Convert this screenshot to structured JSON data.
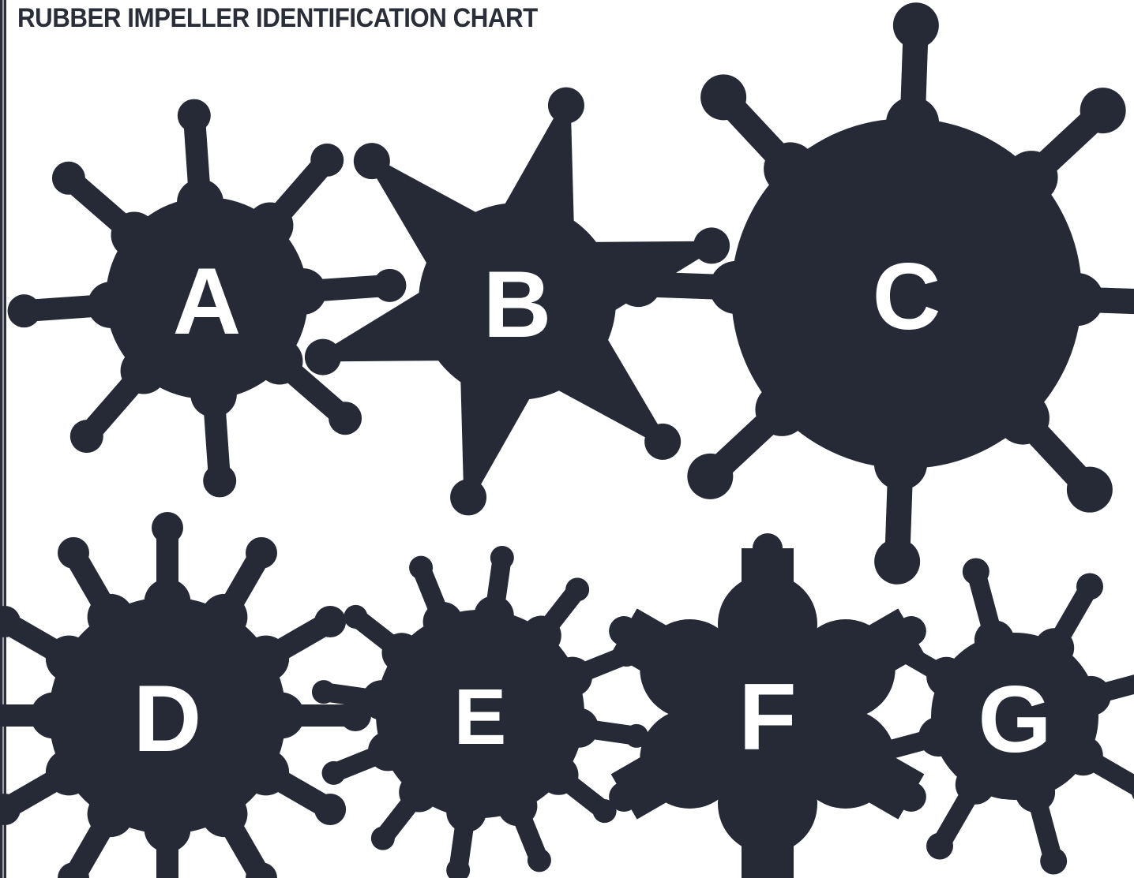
{
  "title": "RUBBER IMPELLER IDENTIFICATION CHART",
  "colors": {
    "impeller": "#262a36",
    "background": "#ffffff",
    "letter": "#ffffff"
  },
  "impellers": [
    {
      "label": "A",
      "vane_count": 8
    },
    {
      "label": "B",
      "vane_count": 6
    },
    {
      "label": "C",
      "vane_count": 8
    },
    {
      "label": "D",
      "vane_count": 12
    },
    {
      "label": "E",
      "vane_count": 12
    },
    {
      "label": "F",
      "vane_count": 6
    },
    {
      "label": "G",
      "vane_count": 8
    }
  ]
}
